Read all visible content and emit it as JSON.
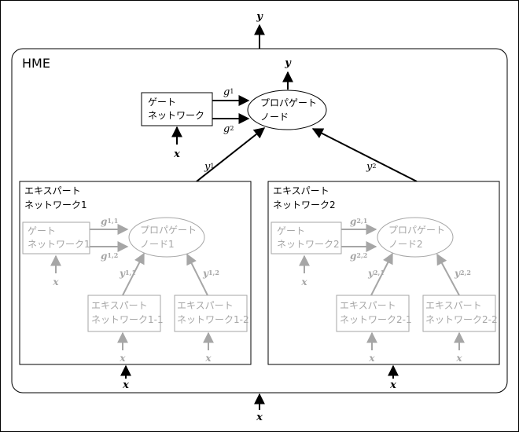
{
  "diagram": {
    "outer_output": "y",
    "outer_input": "x",
    "hme_title": "HME",
    "top": {
      "gate_line1": "ゲート",
      "gate_line2": "ネットワーク",
      "prop_line1": "プロパゲート",
      "prop_line2": "ノード",
      "output": "y",
      "input": "x",
      "g1": "g",
      "g1_sub": "1",
      "g2": "g",
      "g2_sub": "2",
      "y1": "y",
      "y1_sub": "1",
      "y2": "y",
      "y2_sub": "2"
    },
    "expert1": {
      "title_line1": "エキスパート",
      "title_line2": "ネットワーク1",
      "gate_line1": "ゲート",
      "gate_line2": "ネットワーク1",
      "prop_line1": "プロパゲート",
      "prop_line2": "ノード1",
      "g_a": "g",
      "g_a_sub": "1,1",
      "g_b": "g",
      "g_b_sub": "1,2",
      "y_a": "y",
      "y_a_sub": "1,1",
      "y_b": "y",
      "y_b_sub": "1,2",
      "leaf_a_line1": "エキスパート",
      "leaf_a_line2": "ネットワーク1-1",
      "leaf_b_line1": "エキスパート",
      "leaf_b_line2": "ネットワーク1-2",
      "x_gate": "x",
      "x_leaf_a": "x",
      "x_leaf_b": "x",
      "x_input": "x"
    },
    "expert2": {
      "title_line1": "エキスパート",
      "title_line2": "ネットワーク2",
      "gate_line1": "ゲート",
      "gate_line2": "ネットワーク2",
      "prop_line1": "プロパゲート",
      "prop_line2": "ノード2",
      "g_a": "g",
      "g_a_sub": "2,1",
      "g_b": "g",
      "g_b_sub": "2,2",
      "y_a": "y",
      "y_a_sub": "2,1",
      "y_b": "y",
      "y_b_sub": "2,2",
      "leaf_a_line1": "エキスパート",
      "leaf_a_line2": "ネットワーク2-1",
      "leaf_b_line1": "エキスパート",
      "leaf_b_line2": "ネットワーク2-2",
      "x_gate": "x",
      "x_leaf_a": "x",
      "x_leaf_b": "x",
      "x_input": "x"
    },
    "colors": {
      "active": "#000000",
      "inactive": "#a6a6a6",
      "background": "#ffffff"
    }
  }
}
